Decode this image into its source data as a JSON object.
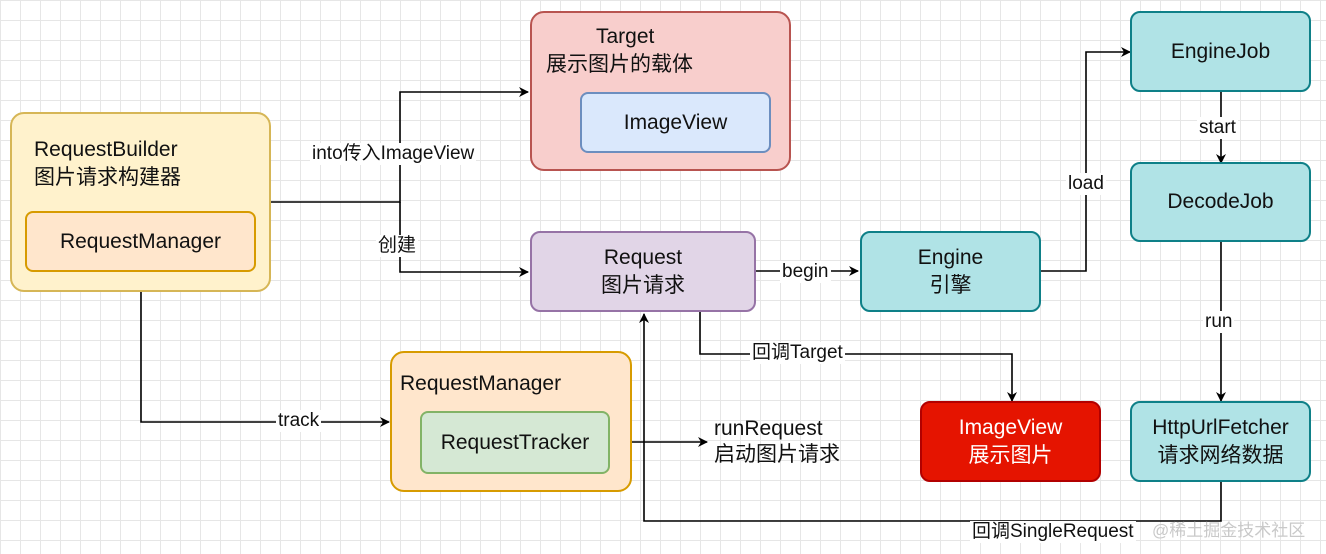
{
  "nodes": {
    "target": {
      "title": "Target",
      "subtitle": "展示图片的载体"
    },
    "imageview_inner": {
      "label": "ImageView"
    },
    "request_builder": {
      "title": "RequestBuilder",
      "subtitle": "图片请求构建器"
    },
    "request_manager_inner": {
      "label": "RequestManager"
    },
    "request": {
      "title": "Request",
      "subtitle": "图片请求"
    },
    "engine": {
      "title": "Engine",
      "subtitle": "引擎"
    },
    "engine_job": {
      "label": "EngineJob"
    },
    "decode_job": {
      "label": "DecodeJob"
    },
    "http_fetcher": {
      "title": "HttpUrlFetcher",
      "subtitle": "请求网络数据"
    },
    "request_manager_outer": {
      "title": "RequestManager"
    },
    "request_tracker": {
      "label": "RequestTracker"
    },
    "imageview_display": {
      "title": "ImageView",
      "subtitle": "展示图片"
    },
    "run_request": {
      "title": "runRequest",
      "subtitle": "启动图片请求"
    }
  },
  "edges": {
    "into": "into传入ImageView",
    "create": "创建",
    "begin": "begin",
    "load": "load",
    "start": "start",
    "run": "run",
    "callback_target": "回调Target",
    "track": "track",
    "callback_single": "回调SingleRequest"
  },
  "watermark": "@稀土掘金技术社区",
  "colors": {
    "yellow_fill": "#fff2cc",
    "yellow_border": "#d6b656",
    "orange_fill": "#ffe6cc",
    "orange_border": "#d79b00",
    "pink_fill": "#f8cecc",
    "pink_border": "#b85450",
    "blue_fill": "#dae8fc",
    "blue_border": "#6c8ebf",
    "purple_fill": "#e1d5e7",
    "purple_border": "#9673a6",
    "teal_fill": "#b0e3e6",
    "teal_border": "#0e8088",
    "green_fill": "#d5e8d4",
    "green_border": "#82b366",
    "red_fill": "#e51400",
    "red_border": "#b20000"
  }
}
